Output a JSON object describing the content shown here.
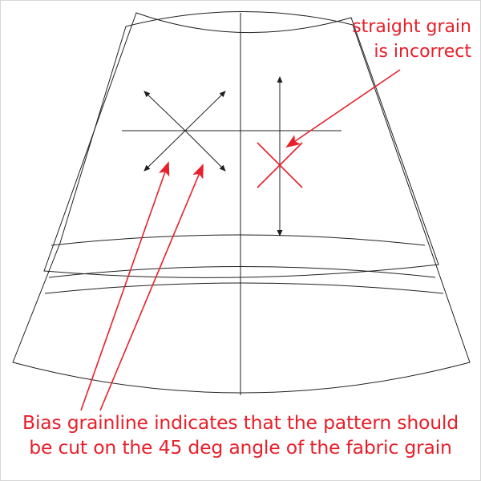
{
  "annotations": {
    "straight_grain": {
      "lines": [
        "straight grain",
        "is incorrect"
      ]
    },
    "bias_grain": {
      "lines": [
        "Bias grainline indicates that the pattern should",
        "be cut on the 45 deg angle of the fabric grain"
      ]
    }
  },
  "colors": {
    "outline": "#231f20",
    "annotation": "#e8202a",
    "background": "#ffffff"
  },
  "icons": {
    "bias_grainline": "diagonal-cross-double-arrow-icon",
    "straight_grainline": "vertical-double-arrow-icon",
    "incorrect_mark": "x-mark-icon"
  }
}
